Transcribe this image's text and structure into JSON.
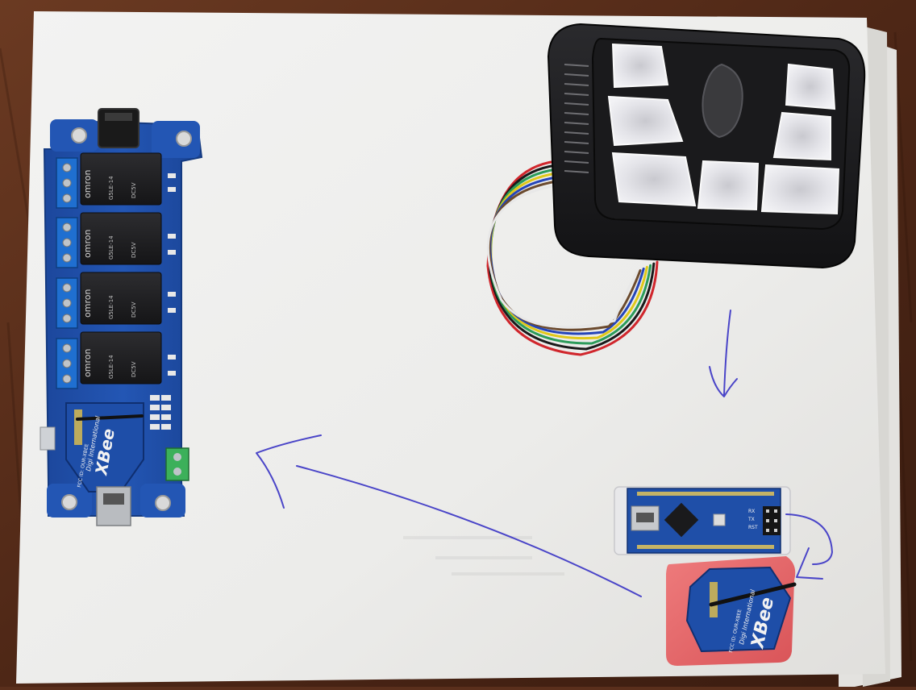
{
  "relay_board": {
    "relay_brand": "omron",
    "relay_model": "G5LE-14",
    "relay_voltage": "DC5V",
    "relay_count": 4
  },
  "xbee_board": {
    "brand": "XBee",
    "maker": "Digi International",
    "fcc": "FCC ID: OUR-XBEE"
  },
  "xbee_remote": {
    "brand": "XBee",
    "maker": "Digi International",
    "fcc": "FCC ID: OUR-XBEE"
  },
  "arduino": {
    "pin_labels": [
      "RX",
      "TX",
      "RST"
    ]
  },
  "colors": {
    "pcb_blue": "#1f4fa8",
    "paper": "#f1f1f0",
    "remote_body": "#1d1d1f",
    "button_glow": "#e6e6ea",
    "foam_pink": "#e56a6c",
    "ink_blue": "#4a45c8"
  },
  "wires": {
    "colors": [
      "#d0262c",
      "#1a1a1a",
      "#2c9b5a",
      "#e0c81a",
      "#2545b8",
      "#6b4a2e",
      "#e8e8e8"
    ]
  },
  "remote": {
    "button_count": 7
  }
}
